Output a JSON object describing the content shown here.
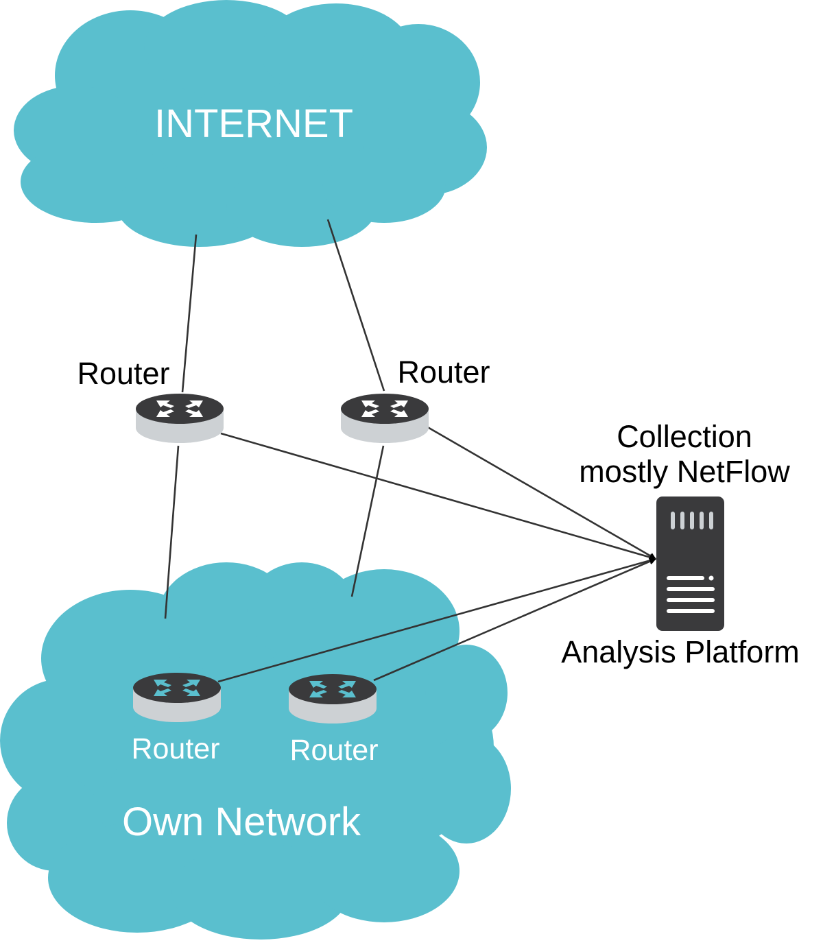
{
  "diagram": {
    "internet_cloud": {
      "label": "INTERNET",
      "color": "#5ABFCE"
    },
    "own_network_cloud": {
      "label": "Own Network",
      "color": "#5ABFCE"
    },
    "edge_router_left": {
      "label": "Router"
    },
    "edge_router_right": {
      "label": "Router"
    },
    "internal_router_left": {
      "label": "Router"
    },
    "internal_router_right": {
      "label": "Router"
    },
    "collector": {
      "label_top_line1": "Collection",
      "label_top_line2": "mostly NetFlow",
      "label_bottom": "Analysis Platform",
      "icon": "server-icon"
    },
    "colors": {
      "router_top": "#3A3A3C",
      "router_base": "#CDD1D4",
      "router_arrows_edge": "#FFFFFF",
      "router_arrows_internal": "#5ABFCE",
      "server_body": "#3A3A3C",
      "line": "#333333"
    }
  }
}
